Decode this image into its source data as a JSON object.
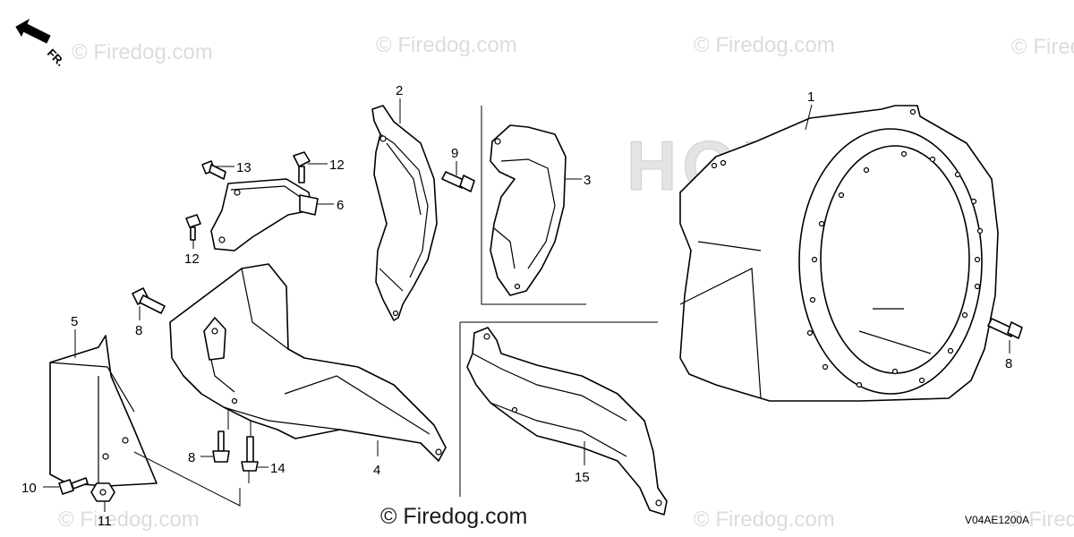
{
  "direction_label": "FR.",
  "watermark": "© Firedog.com",
  "brand_watermark": "HONDA",
  "diagram_code": "V04AE1200A",
  "callouts": {
    "c1": "1",
    "c2": "2",
    "c3": "3",
    "c4": "4",
    "c5": "5",
    "c6": "6",
    "c8a": "8",
    "c8b": "8",
    "c8c": "8",
    "c9": "9",
    "c10": "10",
    "c11": "11",
    "c12a": "12",
    "c12b": "12",
    "c13": "13",
    "c14": "14",
    "c15": "15"
  }
}
